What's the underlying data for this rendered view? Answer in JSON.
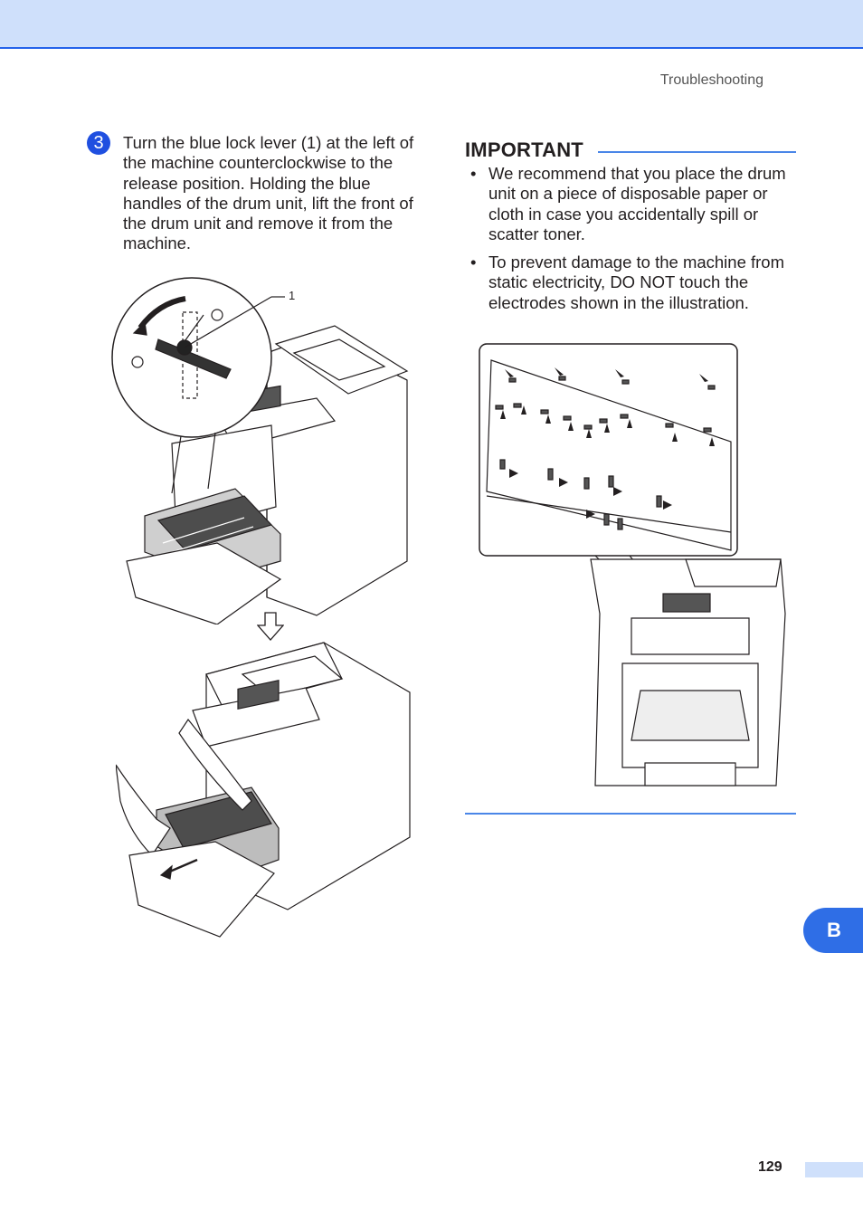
{
  "header": {
    "section": "Troubleshooting"
  },
  "step": {
    "number": "3",
    "text": "Turn the blue lock lever (1) at the left of the machine counterclockwise to the release position. Holding the blue handles of the drum unit, lift the front of the drum unit and remove it from the machine."
  },
  "important": {
    "title": "IMPORTANT",
    "items": [
      {
        "bullet": "•",
        "text": "We recommend that you place the drum unit on a piece of disposable paper or cloth in case you accidentally spill or scatter toner."
      },
      {
        "bullet": "•",
        "text": "To prevent damage to the machine from static electricity, DO NOT touch the electrodes shown in the illustration."
      }
    ]
  },
  "figure1": {
    "callout": "1"
  },
  "side_tab": {
    "letter": "B"
  },
  "footer": {
    "page_number": "129"
  },
  "colors": {
    "accent": "#2f6ee6",
    "band": "#cfe0fb",
    "rule": "#4a86e8"
  }
}
